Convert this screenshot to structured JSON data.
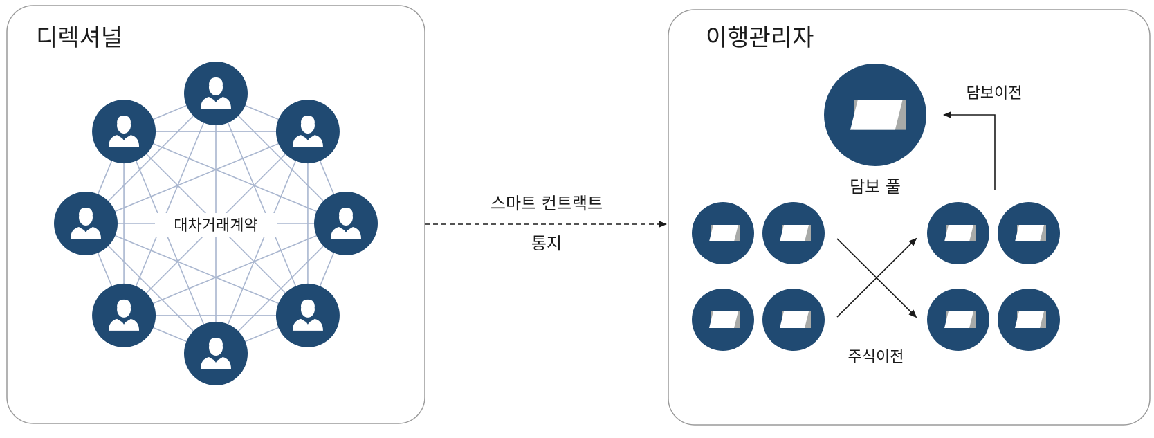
{
  "colors": {
    "node": "#204a72",
    "mesh_line": "#a9b6cf",
    "panel_border": "#9a9a9a",
    "text": "#1a1a1a"
  },
  "left_panel": {
    "title": "디렉셔널",
    "center_label": "대차거래계약",
    "node_count": 8,
    "node_icon": "user-icon"
  },
  "connector": {
    "top_label": "스마트 컨트랙트",
    "bottom_label": "통지",
    "style": "dashed-arrow"
  },
  "right_panel": {
    "title": "이행관리자",
    "pool_label": "담보 풀",
    "collateral_label": "담보이전",
    "share_label": "주식이전",
    "asset_icon": "asset-card-icon"
  }
}
